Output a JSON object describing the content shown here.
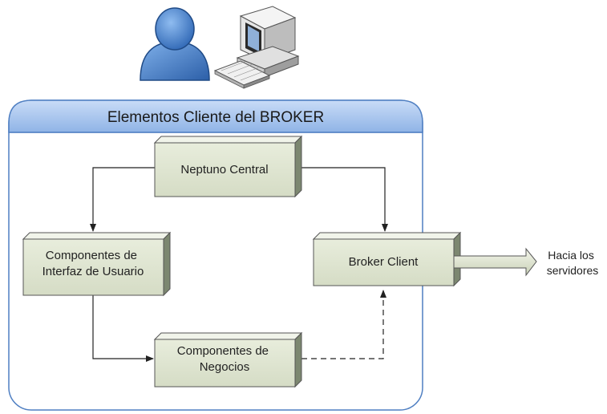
{
  "container": {
    "title": "Elementos Cliente del BROKER"
  },
  "boxes": {
    "neptuno_central": {
      "lines": [
        "Neptuno Central"
      ]
    },
    "componentes_interfaz": {
      "lines": [
        "Componentes de",
        "Interfaz de Usuario"
      ]
    },
    "componentes_negocios": {
      "lines": [
        "Componentes de",
        "Negocios"
      ]
    },
    "broker_client": {
      "lines": [
        "Broker Client"
      ]
    }
  },
  "external": {
    "servers_label": [
      "Hacia los",
      "servidores"
    ]
  },
  "icons": [
    "user-icon",
    "computer-icon"
  ],
  "colors": {
    "box_front": "#dfe6d2",
    "box_top": "#eef2e4",
    "box_side": "#7e8a72",
    "header_fill": "#a9c6ee",
    "container_border": "#4f7fc2",
    "arrow": "#222222",
    "user_body": "#4d86cf"
  }
}
